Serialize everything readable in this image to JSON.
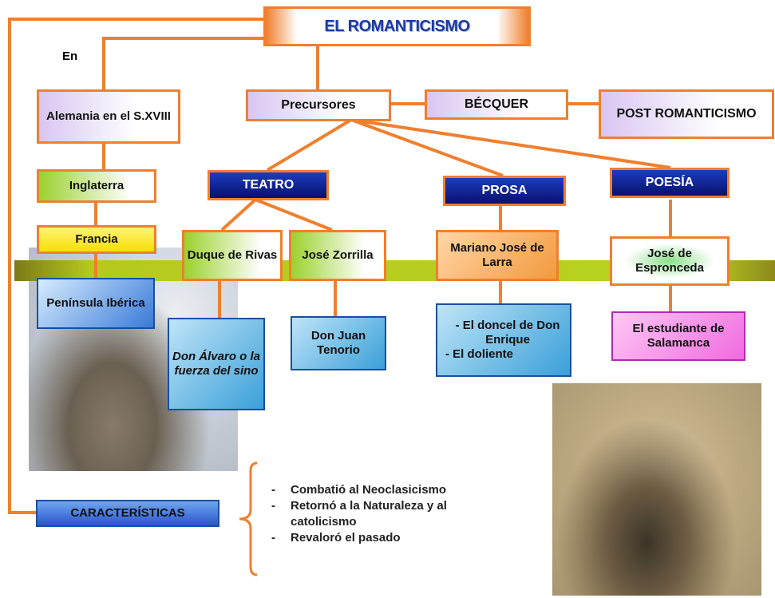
{
  "title": "EL ROMANTICISMO",
  "en_label": "En",
  "nodes": {
    "alemania": "Alemania en el S.XVIII",
    "inglaterra": "Inglaterra",
    "francia": "Francia",
    "peninsula": "Península Ibérica",
    "precursores": "Precursores",
    "becquer": "BÉCQUER",
    "post": "POST ROMANTICISMO",
    "teatro": "TEATRO",
    "prosa": "PROSA",
    "poesia": "POESÍA",
    "duque": "Duque de Rivas",
    "zorrilla": "José Zorrilla",
    "larra": "Mariano José de Larra",
    "espronceda": "José de Espronceda",
    "don_alvaro": "Don Álvaro o la fuerza del sino",
    "don_juan": "Don Juan Tenorio",
    "larra_works": [
      "- El doncel de Don Enrique",
      "- El doliente"
    ],
    "estudiante": "El estudiante de Salamanca",
    "caracteristicas": "CARACTERÍSTICAS"
  },
  "caracteristicas_list": [
    {
      "dash": "-",
      "text": "Combatió al Neoclasicismo"
    },
    {
      "dash": "-",
      "text": "Retornó a la Naturaleza y al"
    },
    {
      "dash": "",
      "text": "catolicismo"
    },
    {
      "dash": "-",
      "text": "Revaloró el pasado"
    }
  ],
  "colors": {
    "connector": "#f07f2e",
    "title_text": "#1e3aa0",
    "navy_box": "#06126b",
    "bar": "#b9d120"
  },
  "images": [
    "romantic-landscape-painting",
    "goya-pelele-painting"
  ]
}
